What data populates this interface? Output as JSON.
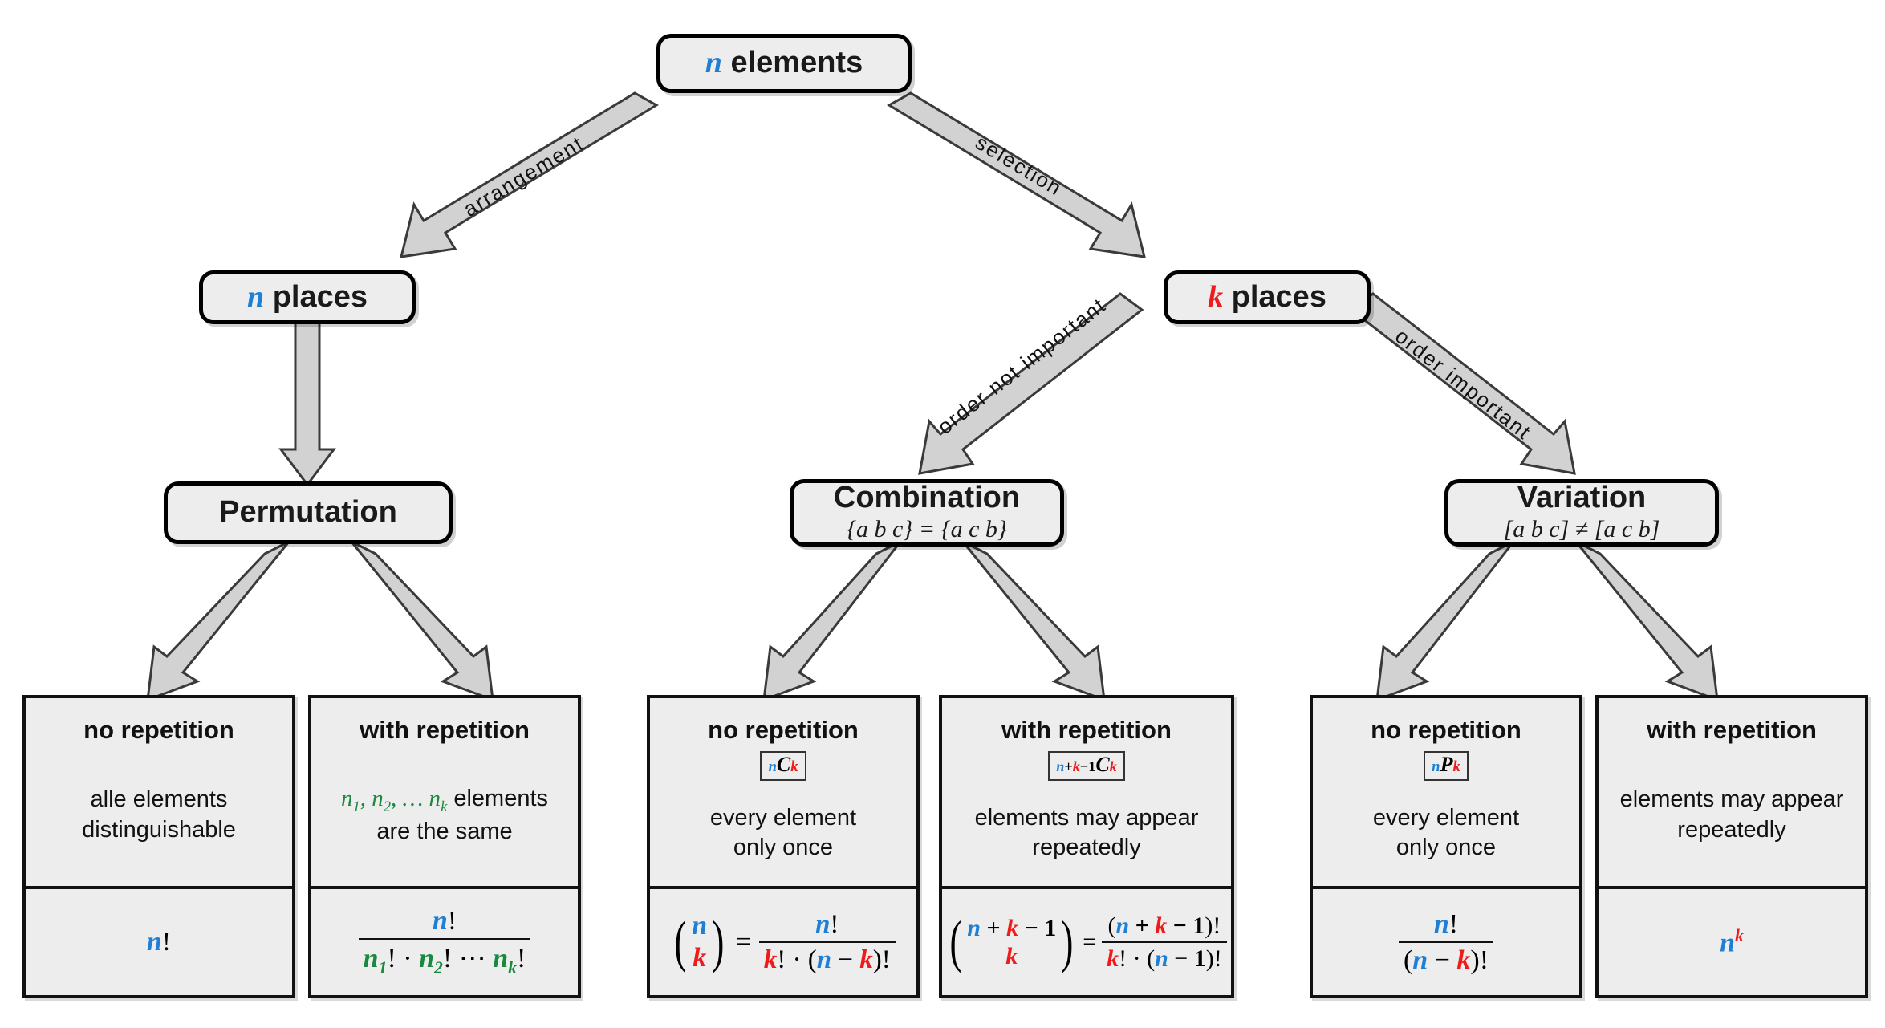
{
  "title": "Combinatorics decision tree",
  "colors": {
    "blue": "#1f7fd4",
    "red": "#ee1b1b",
    "green": "#19893f",
    "node_fill": "#ededed",
    "node_border": "#000000",
    "arrow_fill": "#d0d0d0"
  },
  "nodes": {
    "root": {
      "label_var": "n",
      "label_text": "elements"
    },
    "n_places": {
      "label_var": "n",
      "label_text": "places"
    },
    "k_places": {
      "label_var": "k",
      "label_text": "places"
    },
    "permutation": {
      "title": "Permutation",
      "subtitle": ""
    },
    "combination": {
      "title": "Combination",
      "subtitle": "{a b c} = {a c b}"
    },
    "variation": {
      "title": "Variation",
      "subtitle": "[a b c] ≠ [a c b]"
    }
  },
  "edges": [
    {
      "name": "arrangement",
      "label": "arrangement",
      "from": "root",
      "to": "n_places"
    },
    {
      "name": "selection",
      "label": "selection",
      "from": "root",
      "to": "k_places"
    },
    {
      "name": "order-not-important",
      "label": "order not important",
      "from": "k_places",
      "to": "combination"
    },
    {
      "name": "order-important",
      "label": "order important",
      "from": "k_places",
      "to": "variation"
    }
  ],
  "cards": [
    {
      "id": "permutation-no-repetition",
      "head": "no repetition",
      "notation": "",
      "desc_line1": "alle elements",
      "desc_line2": "distinguishable",
      "formula": "n!"
    },
    {
      "id": "permutation-with-repetition",
      "head": "with repetition",
      "notation": "",
      "desc_line1": "n₁, n₂, … nₖ elements",
      "desc_line2": "are the same",
      "formula": "n! / (n₁! · n₂! ⋯ nₖ!)"
    },
    {
      "id": "combination-no-repetition",
      "head": "no repetition",
      "notation": "nCk",
      "desc_line1": "every element",
      "desc_line2": "only once",
      "formula": "(n over k) = n! / (k! · (n − k)!)"
    },
    {
      "id": "combination-with-repetition",
      "head": "with repetition",
      "notation": "n+k−1Ck",
      "desc_line1": "elements may appear",
      "desc_line2": "repeatedly",
      "formula": "(n + k − 1 over k) = (n + k − 1)! / (k! · (n − 1)!)"
    },
    {
      "id": "variation-no-repetition",
      "head": "no repetition",
      "notation": "nPk",
      "desc_line1": "every element",
      "desc_line2": "only once",
      "formula": "n! / (n − k)!"
    },
    {
      "id": "variation-with-repetition",
      "head": "with repetition",
      "notation": "",
      "desc_line1": "elements may appear",
      "desc_line2": "repeatedly",
      "formula": "nᵏ"
    }
  ],
  "symbols": {
    "n": "n",
    "k": "k",
    "C": "C",
    "P": "P",
    "fact": "!",
    "eq": "=",
    "plus": "+",
    "minus": "−",
    "dot": "·",
    "one": "1",
    "ellipsis": "⋯",
    "comma": ",",
    "dots": "…",
    "lparen": "(",
    "rparen": ")",
    "sub1": "1",
    "sub2": "2"
  }
}
